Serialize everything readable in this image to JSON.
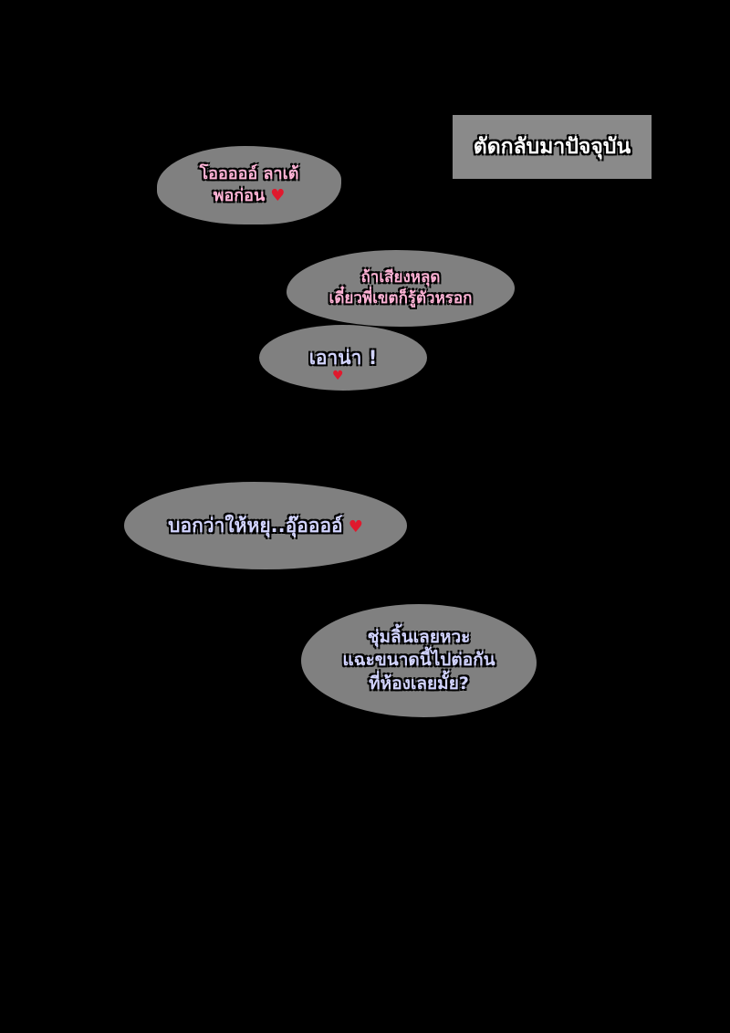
{
  "colors": {
    "background": "#000000",
    "bubble": "#808080",
    "caption_box": "#8a8a8a",
    "pink_text": "#ffb3d6",
    "lavender_text": "#d2d4ff",
    "heart": "#e0192d"
  },
  "caption": {
    "text": "ตัดกลับมาปัจจุบัน"
  },
  "bubbles": [
    {
      "lines": [
        "โอออออ์ ลาเต้",
        "พอก่อน"
      ],
      "heart": "♥"
    },
    {
      "lines": [
        "ถ้าเสียงหลุด",
        "เดี๋ยวพี่เขตก็รู้ตัวหรอก"
      ]
    },
    {
      "lines": [
        "เอาน่า !"
      ],
      "heart": "♥"
    },
    {
      "lines": [
        "บอกว่าให้หยุ..อุ๊ออออ์"
      ],
      "heart": "♥"
    },
    {
      "lines": [
        "ชุ่มลิ้นเลยหวะ",
        "แฉะขนาดนี้ไปต่อกัน",
        "ที่ห้องเลยมั้ย?"
      ]
    }
  ]
}
